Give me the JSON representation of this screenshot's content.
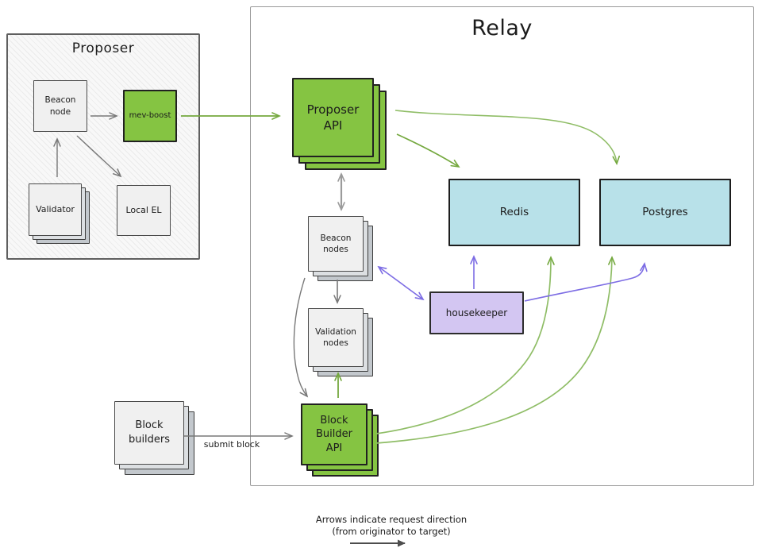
{
  "groups": {
    "proposer": {
      "title": "Proposer"
    },
    "relay": {
      "title": "Relay"
    }
  },
  "nodes": {
    "beacon_node": {
      "label": "Beacon\nnode"
    },
    "mev_boost": {
      "label": "mev-boost"
    },
    "validator": {
      "label": "Validator"
    },
    "local_el": {
      "label": "Local EL"
    },
    "proposer_api": {
      "label": "Proposer\nAPI"
    },
    "beacon_nodes": {
      "label": "Beacon\nnodes"
    },
    "validation_nodes": {
      "label": "Validation\nnodes"
    },
    "block_builder_api": {
      "label": "Block\nBuilder\nAPI"
    },
    "redis": {
      "label": "Redis"
    },
    "postgres": {
      "label": "Postgres"
    },
    "housekeeper": {
      "label": "housekeeper"
    },
    "block_builders": {
      "label": "Block\nbuilders"
    }
  },
  "edge_labels": {
    "submit_block": "submit block"
  },
  "caption": {
    "line1": "Arrows indicate request direction",
    "line2": "(from originator to target)"
  },
  "edges": [
    {
      "from": "beacon_node",
      "to": "mev_boost",
      "color": "gray",
      "bidirectional": false
    },
    {
      "from": "validator",
      "to": "beacon_node",
      "color": "gray",
      "bidirectional": false
    },
    {
      "from": "beacon_node",
      "to": "local_el",
      "color": "gray",
      "bidirectional": false
    },
    {
      "from": "mev_boost",
      "to": "proposer_api",
      "color": "green",
      "bidirectional": false
    },
    {
      "from": "proposer_api",
      "to": "redis",
      "color": "green",
      "bidirectional": false
    },
    {
      "from": "proposer_api",
      "to": "postgres",
      "color": "green",
      "bidirectional": false
    },
    {
      "from": "proposer_api",
      "to": "beacon_nodes",
      "color": "gray",
      "bidirectional": true
    },
    {
      "from": "beacon_nodes",
      "to": "validation_nodes",
      "color": "gray",
      "bidirectional": false
    },
    {
      "from": "beacon_nodes",
      "to": "block_builder_api",
      "color": "gray",
      "bidirectional": false
    },
    {
      "from": "block_builder_api",
      "to": "validation_nodes",
      "color": "green",
      "bidirectional": false
    },
    {
      "from": "beacon_nodes",
      "to": "housekeeper",
      "color": "purple",
      "bidirectional": true
    },
    {
      "from": "housekeeper",
      "to": "redis",
      "color": "purple",
      "bidirectional": false
    },
    {
      "from": "housekeeper",
      "to": "postgres",
      "color": "purple",
      "bidirectional": false
    },
    {
      "from": "block_builder_api",
      "to": "redis",
      "color": "green",
      "bidirectional": false
    },
    {
      "from": "block_builder_api",
      "to": "postgres",
      "color": "green",
      "bidirectional": false
    },
    {
      "from": "block_builders",
      "to": "block_builder_api",
      "color": "gray",
      "bidirectional": false,
      "label": "submit block"
    }
  ],
  "theme": {
    "colors": {
      "green_fill": "#85c442",
      "cyan_fill": "#b8e1e9",
      "purple_fill": "#d3c6f2",
      "node_fill": "#f0f0f0",
      "green_arrow": "#74a83e",
      "green_arrow_light": "#8fbd66",
      "purple_arrow": "#7d6de4",
      "gray_arrow": "#787878",
      "gray_arrow_light": "#9b9b9b",
      "dark_arrow": "#4d4d4d",
      "text": "#1c1c1c"
    }
  }
}
